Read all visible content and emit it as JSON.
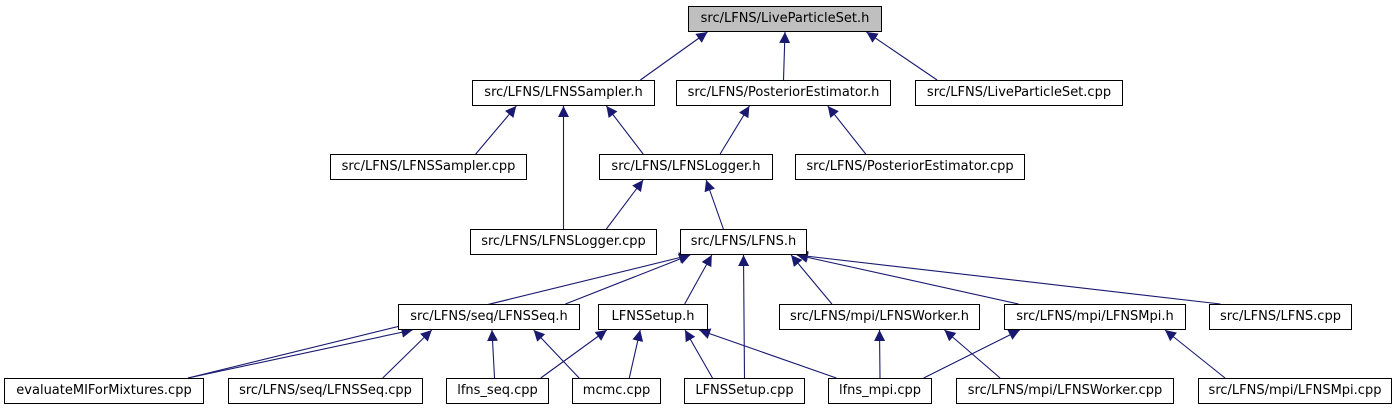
{
  "colors": {
    "edge": "#191970",
    "root_fill": "#bfbfbf",
    "node_fill": "#ffffff",
    "border": "#000000"
  },
  "nodes": {
    "liveparticleset_h": "src/LFNS/LiveParticleSet.h",
    "lfnssampler_h": "src/LFNS/LFNSSampler.h",
    "posteriorestimator_h": "src/LFNS/PosteriorEstimator.h",
    "liveparticleset_cpp": "src/LFNS/LiveParticleSet.cpp",
    "lfnssampler_cpp": "src/LFNS/LFNSSampler.cpp",
    "lfnslogger_h": "src/LFNS/LFNSLogger.h",
    "posteriorestimator_cpp": "src/LFNS/PosteriorEstimator.cpp",
    "lfnslogger_cpp": "src/LFNS/LFNSLogger.cpp",
    "lfns_h": "src/LFNS/LFNS.h",
    "lfnsseq_h": "src/LFNS/seq/LFNSSeq.h",
    "lfnssetup_h": "LFNSSetup.h",
    "lfnsworker_h": "src/LFNS/mpi/LFNSWorker.h",
    "lfnsmpi_h": "src/LFNS/mpi/LFNSMpi.h",
    "lfns_cpp": "src/LFNS/LFNS.cpp",
    "evaluatemi_cpp": "evaluateMIForMixtures.cpp",
    "lfnsseq_cpp": "src/LFNS/seq/LFNSSeq.cpp",
    "lfns_seq_cpp": "lfns_seq.cpp",
    "mcmc_cpp": "mcmc.cpp",
    "lfnssetup_cpp": "LFNSSetup.cpp",
    "lfns_mpi_cpp": "lfns_mpi.cpp",
    "lfnsworker_cpp": "src/LFNS/mpi/LFNSWorker.cpp",
    "lfnsmpi_cpp": "src/LFNS/mpi/LFNSMpi.cpp"
  },
  "edges": [
    [
      "lfnssampler_h",
      "liveparticleset_h"
    ],
    [
      "posteriorestimator_h",
      "liveparticleset_h"
    ],
    [
      "liveparticleset_cpp",
      "liveparticleset_h"
    ],
    [
      "lfnssampler_cpp",
      "lfnssampler_h"
    ],
    [
      "lfnslogger_h",
      "lfnssampler_h"
    ],
    [
      "lfnslogger_cpp",
      "lfnssampler_h"
    ],
    [
      "lfnslogger_h",
      "posteriorestimator_h"
    ],
    [
      "posteriorestimator_cpp",
      "posteriorestimator_h"
    ],
    [
      "lfnslogger_cpp",
      "lfnslogger_h"
    ],
    [
      "lfns_h",
      "lfnslogger_h"
    ],
    [
      "evaluatemi_cpp",
      "lfns_h"
    ],
    [
      "lfnsseq_h",
      "lfns_h"
    ],
    [
      "lfnssetup_h",
      "lfns_h"
    ],
    [
      "lfnssetup_cpp",
      "lfns_h"
    ],
    [
      "lfnsworker_h",
      "lfns_h"
    ],
    [
      "lfnsmpi_h",
      "lfns_h"
    ],
    [
      "lfns_cpp",
      "lfns_h"
    ],
    [
      "evaluatemi_cpp",
      "lfnsseq_h"
    ],
    [
      "lfnsseq_cpp",
      "lfnsseq_h"
    ],
    [
      "lfns_seq_cpp",
      "lfnsseq_h"
    ],
    [
      "mcmc_cpp",
      "lfnsseq_h"
    ],
    [
      "lfns_seq_cpp",
      "lfnssetup_h"
    ],
    [
      "mcmc_cpp",
      "lfnssetup_h"
    ],
    [
      "lfnssetup_cpp",
      "lfnssetup_h"
    ],
    [
      "lfns_mpi_cpp",
      "lfnssetup_h"
    ],
    [
      "lfns_mpi_cpp",
      "lfnsworker_h"
    ],
    [
      "lfnsworker_cpp",
      "lfnsworker_h"
    ],
    [
      "lfns_mpi_cpp",
      "lfnsmpi_h"
    ],
    [
      "lfnsmpi_cpp",
      "lfnsmpi_h"
    ]
  ]
}
